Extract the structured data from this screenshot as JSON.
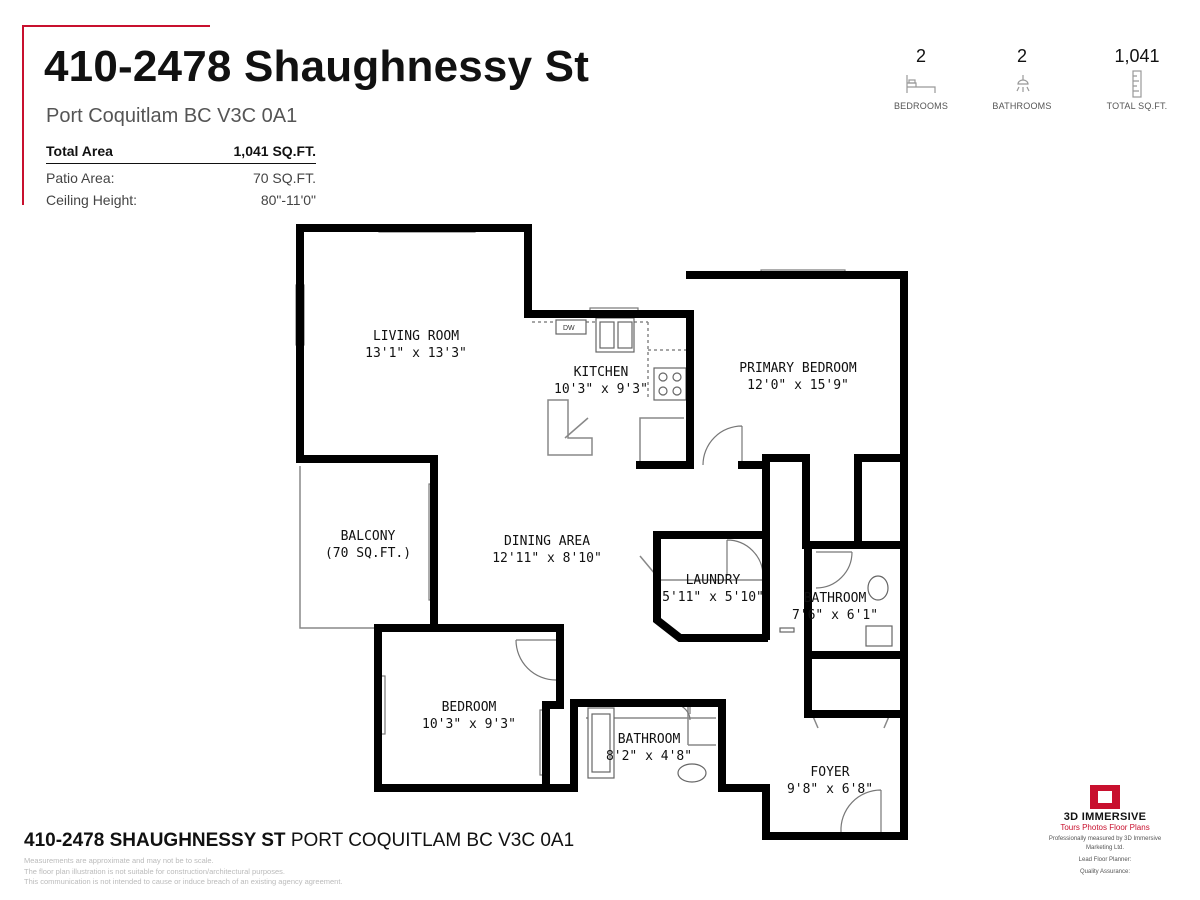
{
  "header": {
    "title": "410-2478 Shaughnessy St",
    "subtitle": "Port Coquitlam BC V3C 0A1"
  },
  "areas": {
    "total_label": "Total Area",
    "total_value": "1,041 SQ.FT.",
    "patio_label": "Patio Area:",
    "patio_value": "70 SQ.FT.",
    "ceiling_label": "Ceiling Height:",
    "ceiling_value": "80\"-11'0\""
  },
  "stats": [
    {
      "value": "2",
      "label": "BEDROOMS",
      "icon": "bed-icon"
    },
    {
      "value": "2",
      "label": "BATHROOMS",
      "icon": "shower-icon"
    },
    {
      "value": "1,041",
      "label": "TOTAL SQ.FT.",
      "icon": "ruler-icon"
    }
  ],
  "rooms": {
    "living_room": {
      "name": "LIVING ROOM",
      "dims": "13'1\" x 13'3\""
    },
    "kitchen": {
      "name": "KITCHEN",
      "dims": "10'3\" x 9'3\""
    },
    "primary_bedroom": {
      "name": "PRIMARY BEDROOM",
      "dims": "12'0\" x 15'9\""
    },
    "balcony": {
      "name": "BALCONY",
      "dims": "(70 SQ.FT.)"
    },
    "dining_area": {
      "name": "DINING AREA",
      "dims": "12'11\" x 8'10\""
    },
    "laundry": {
      "name": "LAUNDRY",
      "dims": "5'11\" x 5'10\""
    },
    "bathroom_1": {
      "name": "BATHROOM",
      "dims": "7'6\" x 6'1\""
    },
    "bedroom": {
      "name": "BEDROOM",
      "dims": "10'3\" x 9'3\""
    },
    "bathroom_2": {
      "name": "BATHROOM",
      "dims": "8'2\" x 4'8\""
    },
    "foyer": {
      "name": "FOYER",
      "dims": "9'8\" x 6'8\""
    }
  },
  "appliance_labels": {
    "dishwasher": "DW"
  },
  "footer": {
    "address_bold": "410-2478 SHAUGHNESSY ST",
    "address_rest": "PORT COQUITLAM BC V3C 0A1",
    "disclaimer_1": "Measurements are approximate and may not be to scale.",
    "disclaimer_2": "The floor plan illustration is not suitable for construction/architectural purposes.",
    "disclaimer_3": "This communication is not intended to cause or induce breach of an existing agency agreement."
  },
  "brand": {
    "name": "3D IMMERSIVE",
    "tagline": "Tours Photos Floor Plans",
    "credit": "Professionally measured by 3D Immersive Marketing Ltd.",
    "lead_planner_label": "Lead Floor Planner:",
    "qa_label": "Quality Assurance:"
  },
  "colors": {
    "accent": "#c8102e",
    "wall": "#000000",
    "text": "#111111",
    "muted": "#555555"
  }
}
